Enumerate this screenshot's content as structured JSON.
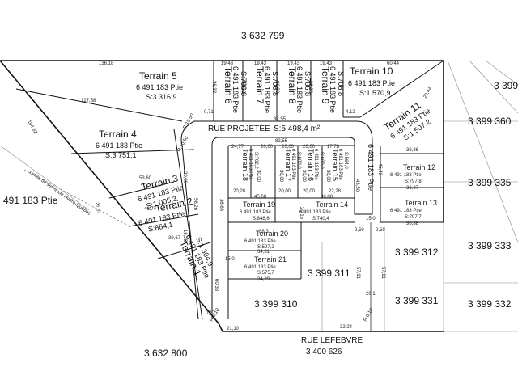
{
  "neighbours": {
    "top": "3 632 799",
    "bottom": "3 632 800",
    "left": "491 183 Ptie",
    "right_1": "3 399",
    "right_2": "3 399 360",
    "right_3": "3 399 335",
    "right_4": "3 399 333",
    "right_5": "3 399 312",
    "right_6": "3 399 332",
    "right_7": "3 399 331",
    "center_1": "3 399 311",
    "center_2": "3 399 310"
  },
  "streets": {
    "road_name": "RUE PROJETÉE",
    "road_area": "S:5 498,4 m²",
    "lefebvre_name": "RUE LEFEBVRE",
    "lefebvre_lot": "3 400 626",
    "limit_note": "Limite de servitude Hydro-Québec"
  },
  "lots": {
    "t5": {
      "name": "Terrain 5",
      "lot": "6 491 183 Ptie",
      "area": "S:3 316,9"
    },
    "t4": {
      "name": "Terrain 4",
      "lot": "6 491 183 Ptie",
      "area": "S:3 751,1"
    },
    "t3": {
      "name": "Terrain 3",
      "lot": "6 491 183 Ptie",
      "area": "S:1 005,3"
    },
    "t2": {
      "name": "Terrain 2",
      "lot": "6 491 183 Ptie",
      "area": "S:864,1"
    },
    "t1": {
      "name": "Terrain 1",
      "lot": "6 491 183 Ptie",
      "area": "S:1 304,9"
    },
    "t6": {
      "name": "Terrain 6",
      "lot": "6 491 183 Ptie",
      "area": "S:706,8"
    },
    "t7": {
      "name": "Terrain 7",
      "lot": "6 491 183 Ptie",
      "area": "S:706,8"
    },
    "t8": {
      "name": "Terrain 8",
      "lot": "6 491 183 Ptie",
      "area": "S:706,8"
    },
    "t9": {
      "name": "Terrain 9",
      "lot": "6 491 183 Ptie",
      "area": "S:706,8"
    },
    "t10": {
      "name": "Terrain 10",
      "lot": "6 491 183 Ptie",
      "area": "S:1 570,9"
    },
    "t11": {
      "name": "Terrain 11",
      "lot": "6 491 183 Ptie",
      "area": "S:1 507,2"
    },
    "t12": {
      "name": "Terrain 12",
      "lot": "6 491 183 Ptie",
      "area": "S:797,8"
    },
    "t13": {
      "name": "Terrain 13",
      "lot": "6 491 183 Ptie",
      "area": "S:797,7"
    },
    "t14": {
      "name": "Terrain 14",
      "lot": "6 491 183 Ptie",
      "area": "S:740,4"
    },
    "t15": {
      "name": "Terrain 15",
      "lot": "6 491 183 Ptie",
      "area": "S:564,0"
    },
    "t16": {
      "name": "Terrain 16",
      "lot": "6 491 183 Ptie",
      "area": "S:600,0"
    },
    "t17": {
      "name": "Terrain 17",
      "lot": "6 491 183 Ptie",
      "area": "S:600,0"
    },
    "t18": {
      "name": "Terrain 18",
      "lot": "6 491 183 Ptie",
      "area": "S:762,2"
    },
    "t19": {
      "name": "Terrain 19",
      "lot": "6 491 183 Ptie",
      "area": "S:848,6"
    },
    "t20": {
      "name": "Terrain 20",
      "lot": "6 491 183 Ptie",
      "area": "S:597,2"
    },
    "t21": {
      "name": "Terrain 21",
      "lot": "6 491 183 Ptie",
      "area": "S:575,7"
    }
  },
  "parent_lot": "6 491 183 Ptie",
  "dims": {
    "d1": "136,18",
    "d2": "19,43",
    "d3": "19,43",
    "d4": "19,43",
    "d5": "19,43",
    "d6": "60,44",
    "d7": "127,58",
    "d8": "104,82",
    "d9": "36,38",
    "d10": "36,38",
    "d11": "36,38",
    "d12": "36,38",
    "d13": "82,55",
    "d14": "82,55",
    "d15": "0,71",
    "d16": "4,12",
    "d17": "29,44",
    "d18": "36,86",
    "d19": "36,87",
    "d20": "36,88",
    "d21": "24,77",
    "d22": "20,00",
    "d23": "20,00",
    "d24": "20,00",
    "d25": "17,78",
    "d26": "30,00",
    "d27": "30,00",
    "d28": "30,00",
    "d29": "30,00",
    "d30": "45,68",
    "d31": "36,88",
    "d32": "20,28",
    "d33": "20,00",
    "d34": "20,00",
    "d35": "22,28",
    "d36": "38,31",
    "d37": "34,31",
    "d38": "34,29",
    "d39": "53,60",
    "d40": "46,74",
    "d41": "39,67",
    "d42": "21,21",
    "d43": "20,00",
    "d44": "16,28",
    "d45": "56,26",
    "d46": "15,0",
    "d47": "15,0",
    "d48": "2,59",
    "d49": "2,59",
    "d50": "57,91",
    "d51": "57,91",
    "d52": "20,1",
    "d53": "21,10",
    "d54": "32,24",
    "d55": "0,17",
    "d56": "60,33",
    "d57": "45,43",
    "d58": "43,50",
    "d59": "36,68",
    "d60": "20,15",
    "d61": "R:19,50",
    "d62": "R:6,10",
    "d63": "R:6,10",
    "d64": "R:10,50"
  }
}
